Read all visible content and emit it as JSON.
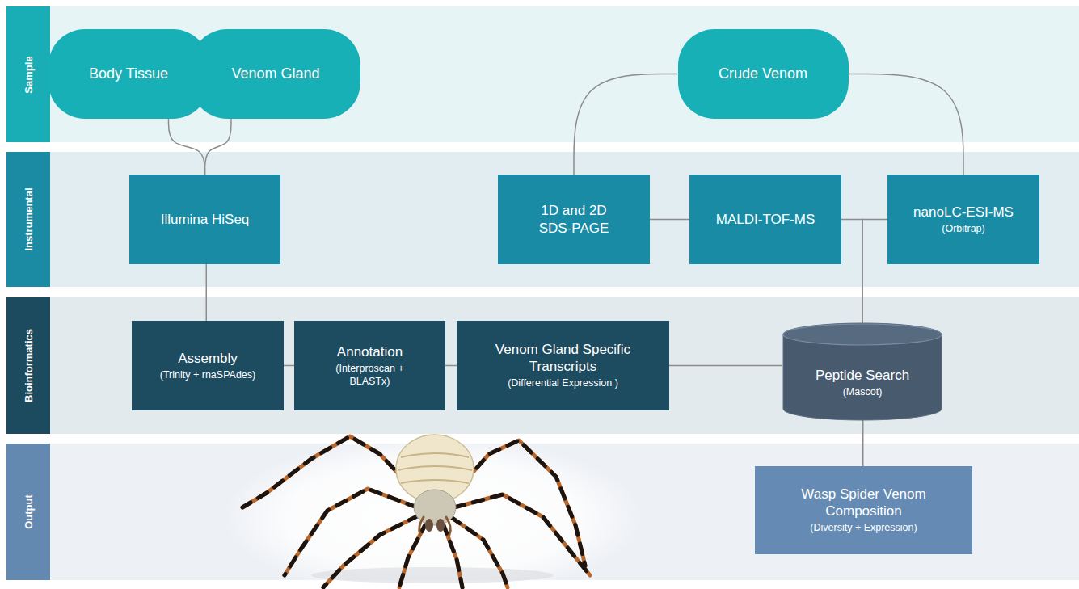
{
  "diagram": {
    "nodes": [
      {
        "text": [
          "Sample"
        ]
      },
      {
        "text": [
          "Body Tissue"
        ],
        "in": 0
      },
      {
        "text": [
          "Venom Gland"
        ],
        "in": 0
      },
      {
        "text": [
          "Crude Venom"
        ],
        "in": 0
      },
      {
        "text": [
          "Instrumental"
        ]
      },
      {
        "text": [
          "Illumina HiSeq"
        ],
        "in": 4
      },
      {
        "text": [
          "1D and 2D SDS-PAGE"
        ],
        "in": 4
      },
      {
        "text": [
          "MALDI-TOF-MS"
        ],
        "in": 4
      },
      {
        "text": [
          "nanoLC-ESI-MS",
          "(Orbitrap)"
        ],
        "in": 4
      },
      {
        "text": [
          "Bioinformatics"
        ]
      },
      {
        "text": [
          "Assembly",
          "(Trinity + rnaSPAdes)"
        ],
        "in": 9
      },
      {
        "text": [
          "Annotation",
          "(Interproscan + BLASTx)"
        ],
        "in": 9
      },
      {
        "text": [
          "Venom Gland Specific Transcripts",
          "(Differential Expression )"
        ],
        "in": 9
      },
      {
        "text": [
          "Peptide Search",
          "(Mascot)"
        ],
        "in": 9
      },
      {
        "text": [
          "Output"
        ]
      },
      {
        "text": [
          "Wasp Spider Venom Composition",
          "(Diversity + Expression)"
        ],
        "in": 14
      }
    ],
    "edges": [
      {
        "from": 1,
        "to": 5,
        "arrow": "none"
      },
      {
        "from": 2,
        "to": 5,
        "arrow": "none"
      },
      {
        "from": 3,
        "to": 6,
        "arrow": "none"
      },
      {
        "from": 3,
        "to": 8,
        "arrow": "none"
      },
      {
        "from": 6,
        "to": 7,
        "arrow": "none"
      },
      {
        "from": 7,
        "to": 13,
        "arrow": "none"
      },
      {
        "from": 8,
        "to": 13,
        "arrow": "none"
      },
      {
        "from": 5,
        "to": 10,
        "arrow": "none"
      },
      {
        "from": 10,
        "to": 11,
        "arrow": "none"
      },
      {
        "from": 11,
        "to": 12,
        "arrow": "none"
      },
      {
        "from": 12,
        "to": 13,
        "arrow": "none"
      },
      {
        "from": 13,
        "to": 15,
        "arrow": "none"
      }
    ]
  }
}
